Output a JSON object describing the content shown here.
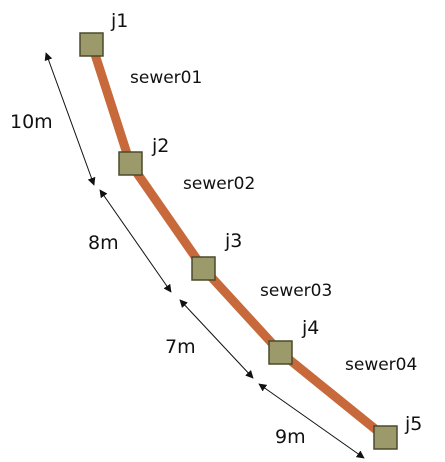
{
  "diagram": {
    "colors": {
      "pipe": "#c8693b",
      "node_fill": "#9c9a6a",
      "node_stroke": "#4a4a2e",
      "arrow": "#111111",
      "text": "#111111"
    },
    "junctions": [
      {
        "id": "j1",
        "label": "j1"
      },
      {
        "id": "j2",
        "label": "j2"
      },
      {
        "id": "j3",
        "label": "j3"
      },
      {
        "id": "j4",
        "label": "j4"
      },
      {
        "id": "j5",
        "label": "j5"
      }
    ],
    "sewers": [
      {
        "id": "sewer01",
        "label": "sewer01",
        "from": "j1",
        "to": "j2"
      },
      {
        "id": "sewer02",
        "label": "sewer02",
        "from": "j2",
        "to": "j3"
      },
      {
        "id": "sewer03",
        "label": "sewer03",
        "from": "j3",
        "to": "j4"
      },
      {
        "id": "sewer04",
        "label": "sewer04",
        "from": "j4",
        "to": "j5"
      }
    ],
    "dimensions": [
      {
        "id": "d1",
        "label": "10m",
        "from": "j1",
        "to": "j2"
      },
      {
        "id": "d2",
        "label": "8m",
        "from": "j2",
        "to": "j3"
      },
      {
        "id": "d3",
        "label": "7m",
        "from": "j3",
        "to": "j4"
      },
      {
        "id": "d4",
        "label": "9m",
        "from": "j4",
        "to": "j5"
      }
    ]
  }
}
